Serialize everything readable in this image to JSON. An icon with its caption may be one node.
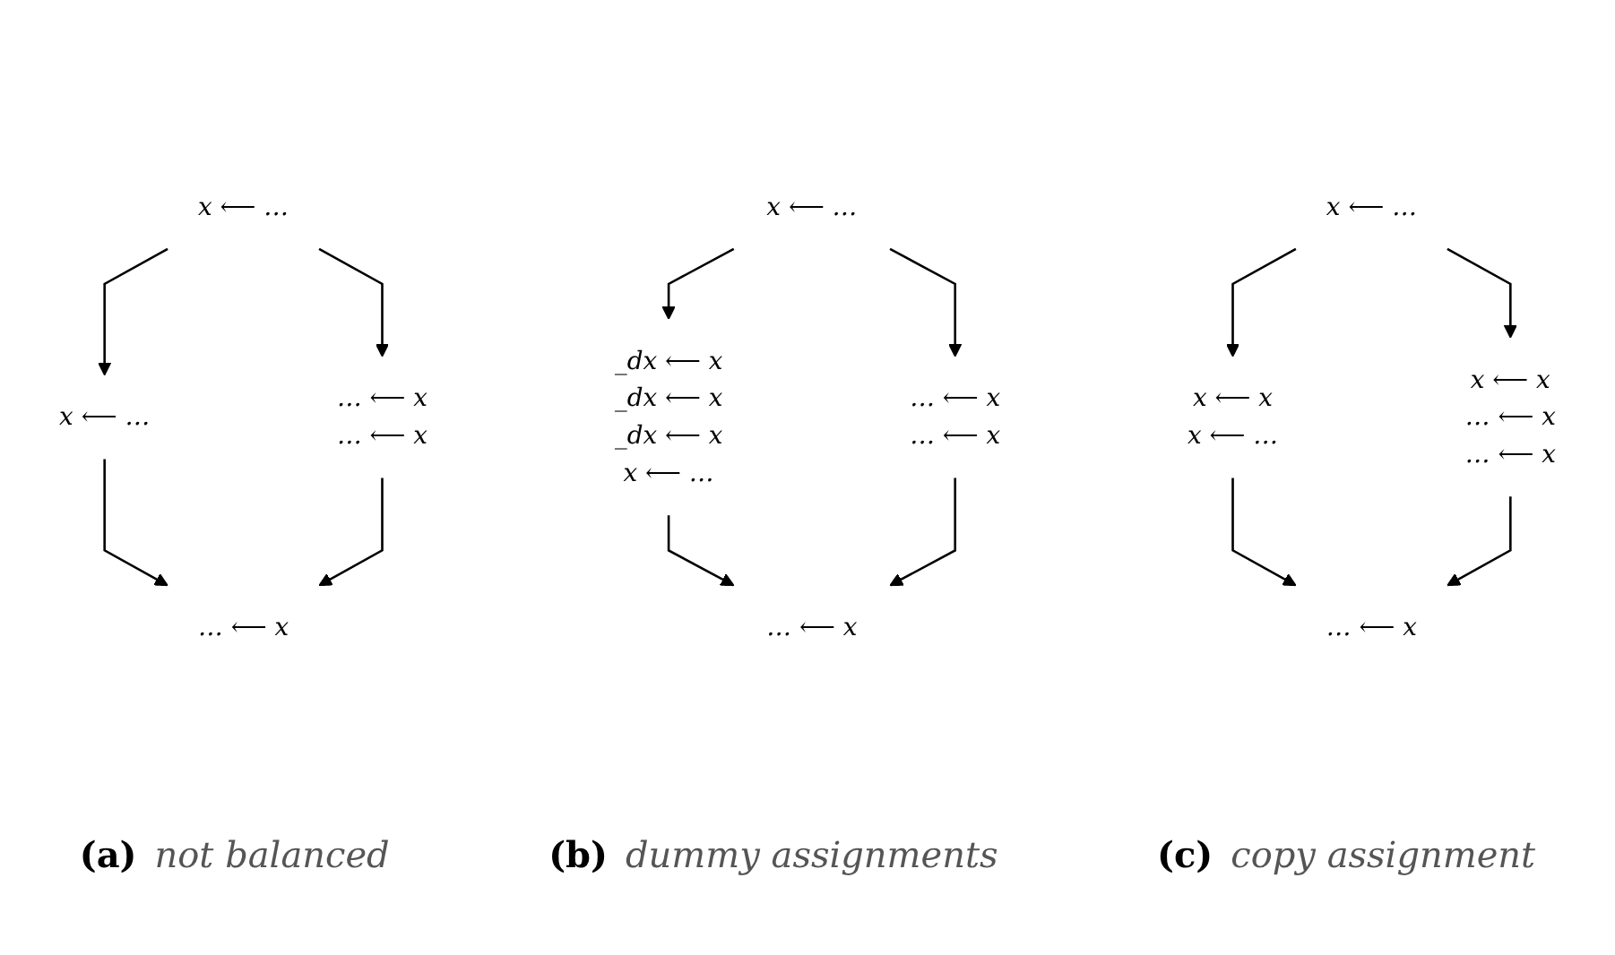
{
  "diagram": {
    "nodes": [
      {
        "text": [
          "x ⟵ …"
        ]
      },
      {
        "text": [
          "x ⟵ …"
        ]
      },
      {
        "text": [
          "… ⟵ x",
          "… ⟵ x"
        ]
      },
      {
        "text": [
          "… ⟵ x"
        ]
      },
      {
        "text": [
          "x ⟵ …"
        ]
      },
      {
        "text": [
          "_dx ⟵ x",
          "_dx ⟵ x",
          "_dx ⟵ x",
          "x ⟵ …"
        ]
      },
      {
        "text": [
          "… ⟵ x",
          "… ⟵ x"
        ]
      },
      {
        "text": [
          "… ⟵ x"
        ]
      },
      {
        "text": [
          "x ⟵ …"
        ]
      },
      {
        "text": [
          "x ⟵ x",
          "x ⟵ …"
        ]
      },
      {
        "text": [
          "x ⟵ x",
          "… ⟵ x",
          "… ⟵ x"
        ]
      },
      {
        "text": [
          "… ⟵ x"
        ]
      }
    ],
    "edges": [
      {
        "from": 0,
        "to": 1,
        "arrow": "to"
      },
      {
        "from": 0,
        "to": 2,
        "arrow": "to"
      },
      {
        "from": 1,
        "to": 3,
        "arrow": "to"
      },
      {
        "from": 2,
        "to": 3,
        "arrow": "to"
      },
      {
        "from": 4,
        "to": 5,
        "arrow": "to"
      },
      {
        "from": 4,
        "to": 6,
        "arrow": "to"
      },
      {
        "from": 5,
        "to": 7,
        "arrow": "to"
      },
      {
        "from": 6,
        "to": 7,
        "arrow": "to"
      },
      {
        "from": 8,
        "to": 9,
        "arrow": "to"
      },
      {
        "from": 8,
        "to": 10,
        "arrow": "to"
      },
      {
        "from": 9,
        "to": 11,
        "arrow": "to"
      },
      {
        "from": 10,
        "to": 11,
        "arrow": "to"
      }
    ],
    "labels": [
      "(a)",
      "not balanced",
      "(b)",
      "dummy assignments",
      "(c)",
      "copy assignment"
    ]
  }
}
